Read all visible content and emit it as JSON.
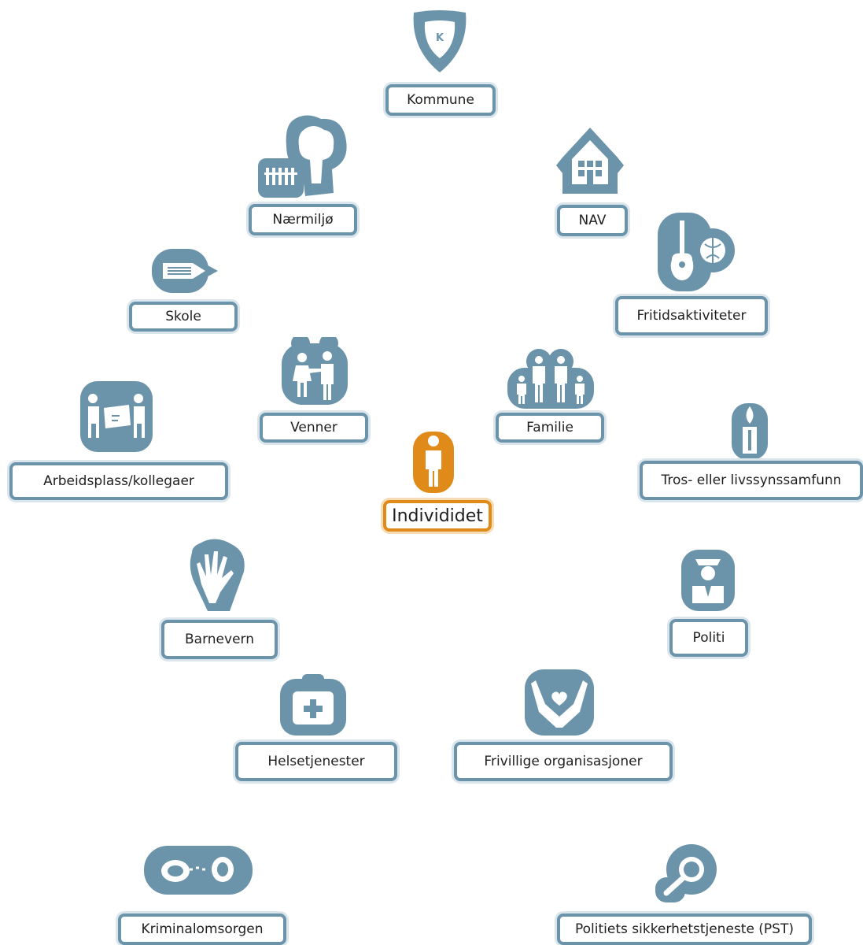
{
  "colors": {
    "icon": "#6b94ab",
    "icon_glow": "#dbe6ec",
    "center": "#e08a1a",
    "text": "#1f1f1f"
  },
  "center": {
    "label": "Individidet",
    "icon": "person-icon"
  },
  "nodes": [
    {
      "id": "kommune",
      "label": "Kommune",
      "icon": "shield-k-icon"
    },
    {
      "id": "naermiljo",
      "label": "Nærmiljø",
      "icon": "tree-fence-icon"
    },
    {
      "id": "nav",
      "label": "NAV",
      "icon": "house-icon"
    },
    {
      "id": "skole",
      "label": "Skole",
      "icon": "pencil-icon"
    },
    {
      "id": "fritid",
      "label": "Fritidsaktiviteter",
      "icon": "guitar-ball-icon"
    },
    {
      "id": "venner",
      "label": "Venner",
      "icon": "friends-icon"
    },
    {
      "id": "familie",
      "label": "Familie",
      "icon": "family-icon"
    },
    {
      "id": "arbeid",
      "label": "Arbeidsplass/kollegaer",
      "icon": "colleagues-icon"
    },
    {
      "id": "tros",
      "label": "Tros- eller livssynssamfunn",
      "icon": "candle-icon"
    },
    {
      "id": "barnevern",
      "label": "Barnevern",
      "icon": "hands-icon"
    },
    {
      "id": "politi",
      "label": "Politi",
      "icon": "police-officer-icon"
    },
    {
      "id": "helse",
      "label": "Helsetjenester",
      "icon": "first-aid-kit-icon"
    },
    {
      "id": "frivillige",
      "label": "Frivillige organisasjoner",
      "icon": "caring-hands-icon"
    },
    {
      "id": "krim",
      "label": "Kriminalomsorgen",
      "icon": "handcuffs-icon"
    },
    {
      "id": "pst",
      "label": "Politiets sikkerhetstjeneste (PST)",
      "icon": "magnifier-icon"
    }
  ]
}
